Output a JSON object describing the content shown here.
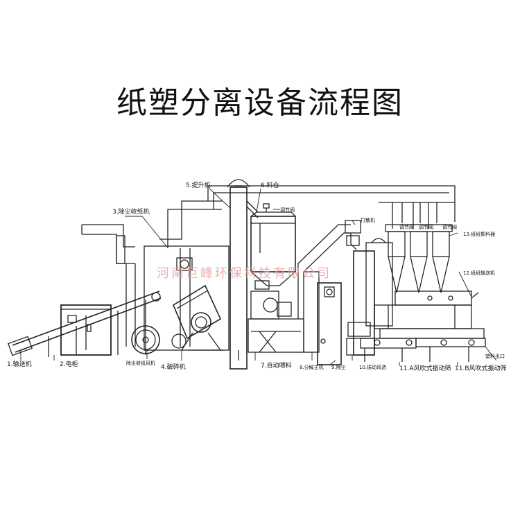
{
  "title": "纸塑分离设备流程图",
  "watermark": "河南巨峰环保科技有限公司",
  "labels": {
    "conveyor": "1.输送机",
    "cabinet": "2.电柜",
    "dust_collector": "3.除尘收纸机",
    "dust_fan": "除尘收纸风机",
    "crusher": "4.破碎机",
    "elevator": "5.提升机",
    "silo": "6.料仓",
    "valve_top": "调节阀",
    "auto_feed": "7.自动喂料",
    "separator_main": "8.分解主机",
    "dust_removal": "9.除尘",
    "scatter": "打散机",
    "vib_air": "10.振动风选",
    "screen_a": "11.A风吹式振动筛",
    "screen_b": "11.B风吹式振动筛",
    "paper_collector": "13.纸纸集料器",
    "paper_conveyor": "12.纸纸输送机",
    "plastic_outlet": "塑料出口",
    "valve_1": "调节阀",
    "valve_2": "调节阀",
    "valve_3": "调节阀"
  }
}
